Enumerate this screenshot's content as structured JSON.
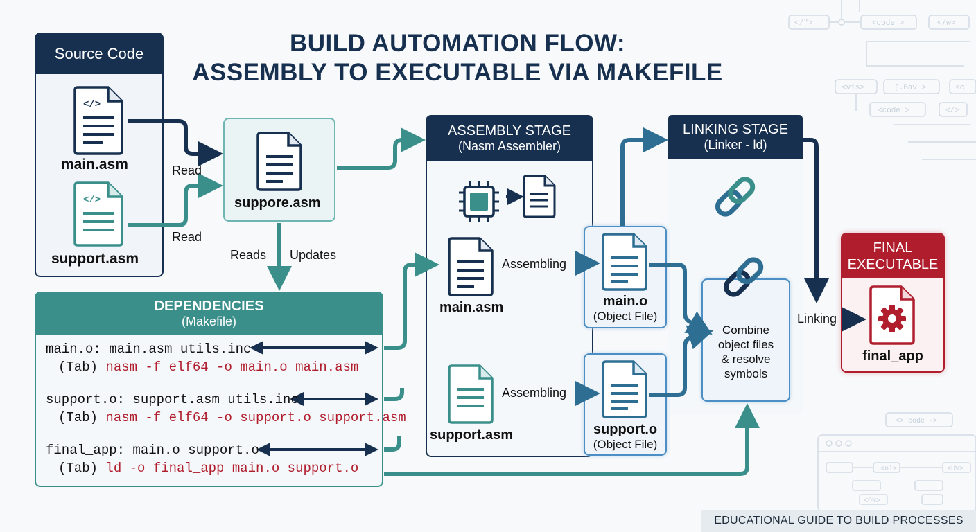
{
  "title": {
    "line1": "BUILD AUTOMATION FLOW:",
    "line2": "ASSEMBLY TO EXECUTABLE VIA MAKEFILE"
  },
  "source_code": {
    "header": "Source Code",
    "file1": "main.asm",
    "file2": "support.asm"
  },
  "flow_labels": {
    "read1": "Read",
    "read2": "Read",
    "reads": "Reads",
    "updates": "Updates",
    "assembling1": "Assembling",
    "assembling2": "Assembling",
    "linking": "Linking"
  },
  "center_file": "suppore.asm",
  "dependencies": {
    "header_line1": "DEPENDENCIES",
    "header_line2": "(Makefile)",
    "rules": [
      {
        "target": "main.o: main.asm utils.inc",
        "tab": "(Tab)",
        "command": "nasm -f elf64 -o main.o main.asm"
      },
      {
        "target": "support.o: support.asm utils.inc",
        "tab": "(Tab)",
        "command": "nasm -f elf64 -o support.o support.asm"
      },
      {
        "target": "final_app: main.o support.o",
        "tab": "(Tab)",
        "command": "ld -o final_app main.o support.o"
      }
    ]
  },
  "assembly_stage": {
    "header_line1": "ASSEMBLY STAGE",
    "header_line2": "(Nasm Assembler)",
    "file1": "main.asm",
    "file2": "support.asm"
  },
  "objects": {
    "obj1_name": "main.o",
    "obj1_desc": "(Object File)",
    "obj2_name": "support.o",
    "obj2_desc": "(Object File)"
  },
  "linking_stage": {
    "header_line1": "LINKING STAGE",
    "header_line2": "(Linker - ld)",
    "combine_text": [
      "Combine",
      "object files",
      "& resolve",
      "symbols"
    ]
  },
  "final": {
    "header_line1": "FINAL",
    "header_line2": "EXECUTABLE",
    "name": "final_app"
  },
  "decor": {
    "tags": [
      "</\">",
      "<code >",
      "</w>",
      "<vis>",
      "[.Bav >",
      "<c",
      "<code >",
      "</>",
      "<> code ->",
      "<ol>",
      "<UV>",
      "<ON>"
    ]
  },
  "footer": "EDUCATIONAL GUIDE TO BUILD PROCESSES",
  "colors": {
    "navy": "#17304f",
    "teal": "#3a8f8b",
    "blue": "#2f6e93",
    "red": "#b01e2e"
  }
}
